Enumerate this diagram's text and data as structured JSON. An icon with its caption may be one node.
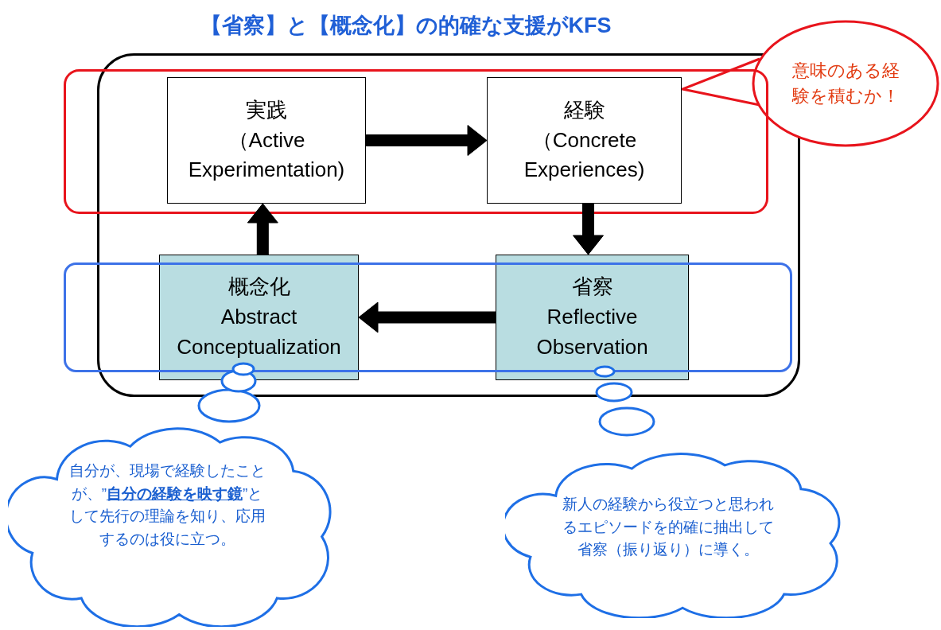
{
  "diagram": {
    "title": "【省察】と【概念化】の的確な支援がKFS",
    "nodes": [
      {
        "text": [
          "実践",
          "（Active Experimentation)"
        ]
      },
      {
        "text": [
          "経験",
          "（Concrete Experiences)"
        ]
      },
      {
        "text": [
          "概念化",
          "Abstract Conceptualization"
        ]
      },
      {
        "text": [
          "省察",
          "Reflective Observation"
        ]
      },
      {
        "text": [
          "意味のある経験を積むか！"
        ]
      },
      {
        "text": [
          "自分が、現場で経験したことが、”**自分の経験を映す鏡**”として先行の理論を知り、応用するのは役に立つ。"
        ]
      },
      {
        "text": [
          "新人の経験から役立つと思われるエピソードを的確に抽出して省察（振り返り）に導く。"
        ]
      }
    ],
    "edges": [
      {
        "from": 0,
        "to": 1,
        "arrow": "to"
      },
      {
        "from": 1,
        "to": 3,
        "arrow": "to"
      },
      {
        "from": 3,
        "to": 2,
        "arrow": "to"
      },
      {
        "from": 2,
        "to": 0,
        "arrow": "to"
      }
    ]
  }
}
